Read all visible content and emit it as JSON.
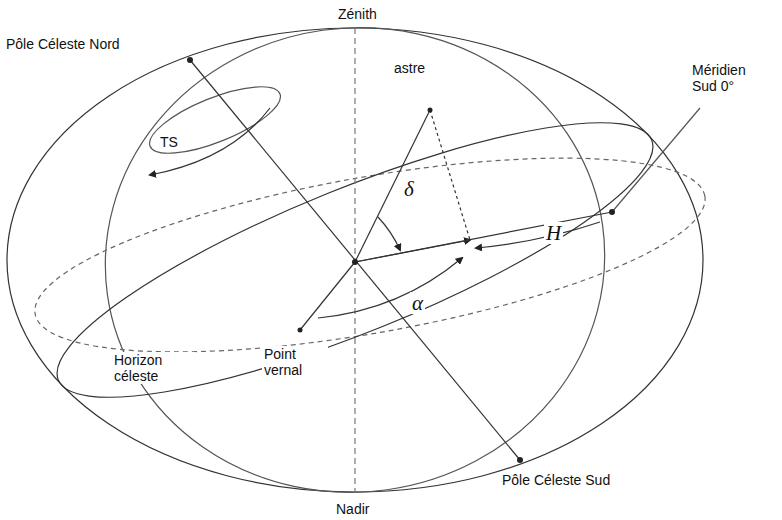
{
  "diagram": {
    "labels": [
      "Zénith",
      "Pôle Céleste Nord",
      "astre",
      "TS",
      "Méridien Sud 0°",
      "δ",
      "H",
      "α",
      "Horizon céleste",
      "Point vernal",
      "Pôle Céleste Sud",
      "Nadir"
    ]
  }
}
